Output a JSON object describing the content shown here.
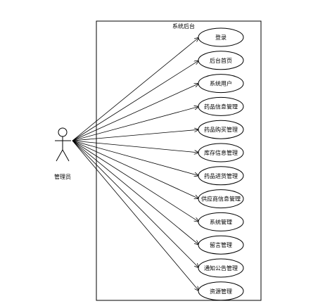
{
  "system": {
    "title": "系统后台"
  },
  "actor": {
    "label": "管理员"
  },
  "use_cases": [
    {
      "id": "login",
      "label": "登录"
    },
    {
      "id": "home",
      "label": "后台首页"
    },
    {
      "id": "users",
      "label": "系统用户"
    },
    {
      "id": "drug-info",
      "label": "药品信息管理"
    },
    {
      "id": "drug-purchase",
      "label": "药品购买管理"
    },
    {
      "id": "stock-info",
      "label": "库存信息管理"
    },
    {
      "id": "drug-inbound",
      "label": "药品进货管理"
    },
    {
      "id": "supplier-info",
      "label": "供应商信息管理"
    },
    {
      "id": "system-mgmt",
      "label": "系统管理"
    },
    {
      "id": "message-mgmt",
      "label": "留言管理"
    },
    {
      "id": "notice-mgmt",
      "label": "通知公告管理"
    },
    {
      "id": "resource-mgmt",
      "label": "资源管理"
    }
  ]
}
